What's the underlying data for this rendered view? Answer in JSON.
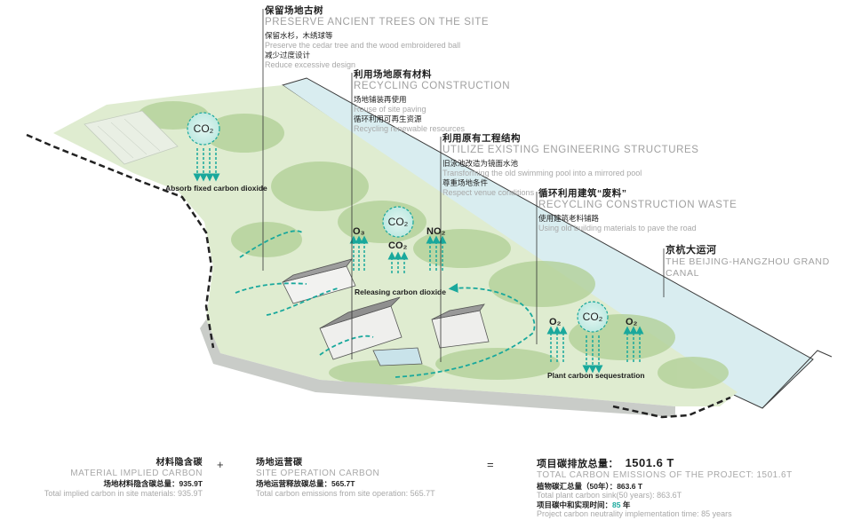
{
  "annotations": {
    "trees": {
      "title_zh": "保留场地古树",
      "title_en": "PRESERVE ANCIENT TREES ON THE SITE",
      "items": [
        {
          "zh": "保留水杉，木绣球等",
          "en": "Preserve the cedar tree and the wood embroidered ball"
        },
        {
          "zh": "减少过度设计",
          "en": "Reduce excessive design"
        }
      ]
    },
    "materials": {
      "title_zh": "利用场地原有材料",
      "title_en": "RECYCLING CONSTRUCTION",
      "items": [
        {
          "zh": "场地铺装再使用",
          "en": "Reuse of site paving"
        },
        {
          "zh": "循环利用可再生资源",
          "en": "Recycling renewable resources"
        }
      ]
    },
    "structures": {
      "title_zh": "利用原有工程结构",
      "title_en": "UTILIZE EXISTING ENGINEERING STRUCTURES",
      "items": [
        {
          "zh": "旧泳池改造为镜面水池",
          "en": "Transforming the old swimming pool into a mirrored pool"
        },
        {
          "zh": "尊重场地条件",
          "en": "Respect venue conditions"
        }
      ]
    },
    "waste": {
      "title_zh": "循环利用建筑“废料”",
      "title_en": "RECYCLING CONSTRUCTION WASTE",
      "items": [
        {
          "zh": "使用建筑老料铺路",
          "en": "Using old building materials to pave the road"
        }
      ]
    },
    "canal": {
      "title_zh": "京杭大运河",
      "title_en": "THE  BEIJING-HANGZHOU GRAND CANAL"
    }
  },
  "map_labels": {
    "absorb": "Absorb fixed carbon dioxide",
    "release": "Releasing carbon dioxide",
    "sequestration": "Plant carbon sequestration"
  },
  "gases": {
    "co2": "CO₂",
    "o3": "O₃",
    "no2": "NO₂",
    "o2": "O₂"
  },
  "summary": {
    "material": {
      "zh": "材料隐含碳",
      "en": "MATERIAL IMPLIED CARBON",
      "detail_zh": "场地材料隐含碳总量：935.9T",
      "detail_en": "Total implied carbon in site materials: 935.9T"
    },
    "plus": "+",
    "operation": {
      "zh": "场地运营碳",
      "en": "SITE OPERATION CARBON",
      "detail_zh": "场地运营释放碳总量：565.7T",
      "detail_en": "Total carbon emissions from site operation: 565.7T"
    },
    "equals": "=",
    "total": {
      "zh": "项目碳排放总量：",
      "value": "1501.6 T",
      "en": "TOTAL CARBON EMISSIONS OF THE PROJECT: 1501.6T",
      "sink_zh": "植物碳汇总量（50年）：863.6 T",
      "sink_en": "Total plant carbon sink(50 years): 863.6T",
      "neutral_zh": "项目碳中和实现时间：",
      "neutral_value": "85",
      "neutral_unit": "年",
      "neutral_en": "Project carbon neutrality implementation time: 85 years"
    }
  },
  "colors": {
    "teal": "#19a89c",
    "canal": "#d9edf0",
    "grass": "#d8e8c4",
    "trees": "#a9c98a"
  }
}
